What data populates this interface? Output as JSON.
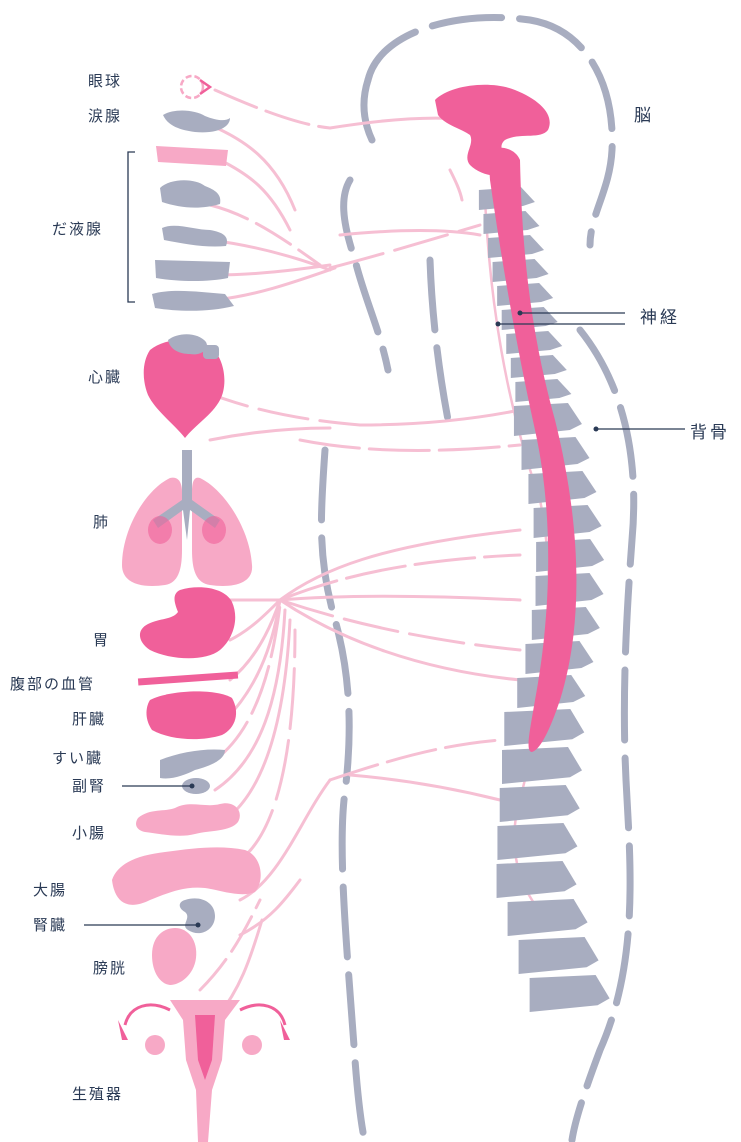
{
  "labels": {
    "eyeball": "眼球",
    "lacrimal_gland": "涙腺",
    "salivary_gland": "だ液腺",
    "heart": "心臓",
    "lung": "肺",
    "stomach": "胃",
    "abdominal_vessels": "腹部の血管",
    "liver": "肝臓",
    "pancreas": "すい臓",
    "adrenal": "副腎",
    "small_intestine": "小腸",
    "large_intestine": "大腸",
    "kidney": "腎臓",
    "bladder": "膀胱",
    "reproductive": "生殖器",
    "brain": "脳",
    "nerve": "神経",
    "spine": "背骨"
  },
  "colors": {
    "label_text": "#2a3a55",
    "bone": "#a8adc0",
    "pink_dark": "#f0609a",
    "pink_light": "#f7a9c6",
    "nerve_line": "#f6bfd3",
    "leader_line": "#2a3a55"
  }
}
